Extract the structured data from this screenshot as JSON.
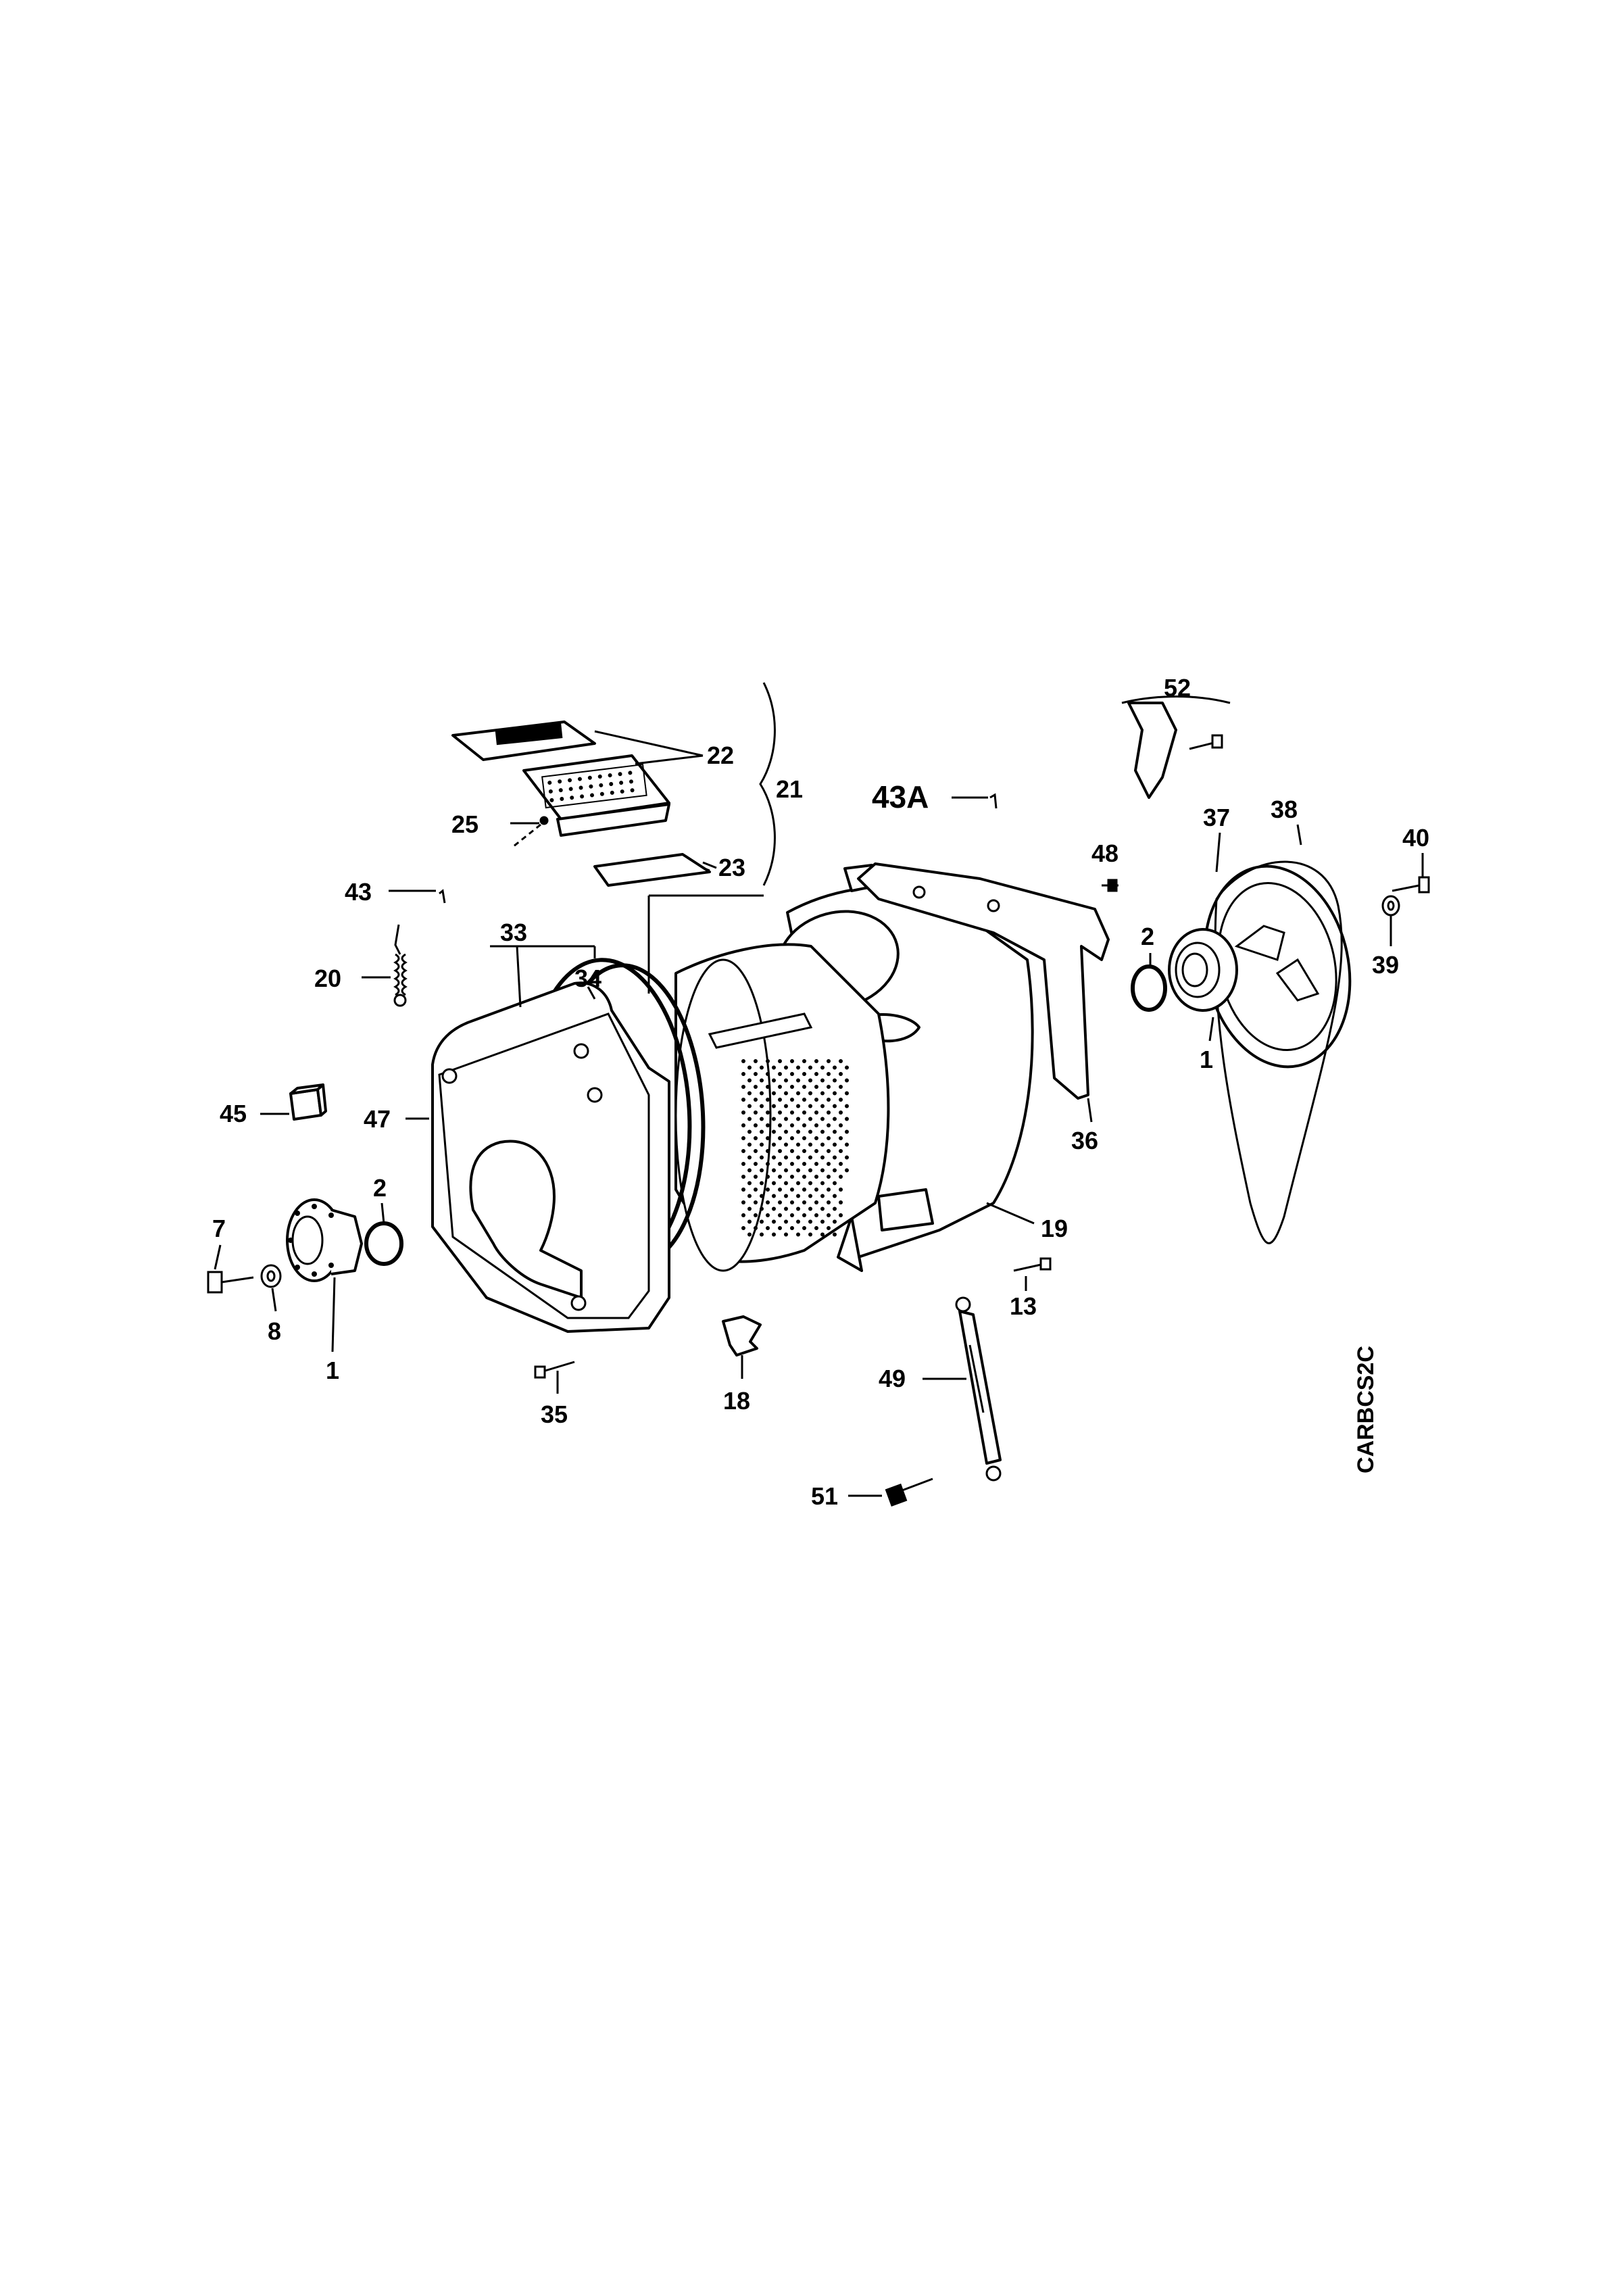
{
  "drawing_code": "CARBCS2C",
  "labels": {
    "l1a": "1",
    "l1b": "1",
    "l2a": "2",
    "l2b": "2",
    "l7": "7",
    "l8": "8",
    "l13": "13",
    "l18": "18",
    "l19": "19",
    "l20": "20",
    "l21": "21",
    "l22": "22",
    "l23": "23",
    "l25": "25",
    "l33": "33",
    "l34": "34",
    "l35": "35",
    "l36": "36",
    "l37": "37",
    "l38": "38",
    "l39": "39",
    "l40": "40",
    "l43": "43",
    "l43a": "43A",
    "l45": "45",
    "l47": "47",
    "l48": "48",
    "l49": "49",
    "l51": "51",
    "l52": "52"
  }
}
